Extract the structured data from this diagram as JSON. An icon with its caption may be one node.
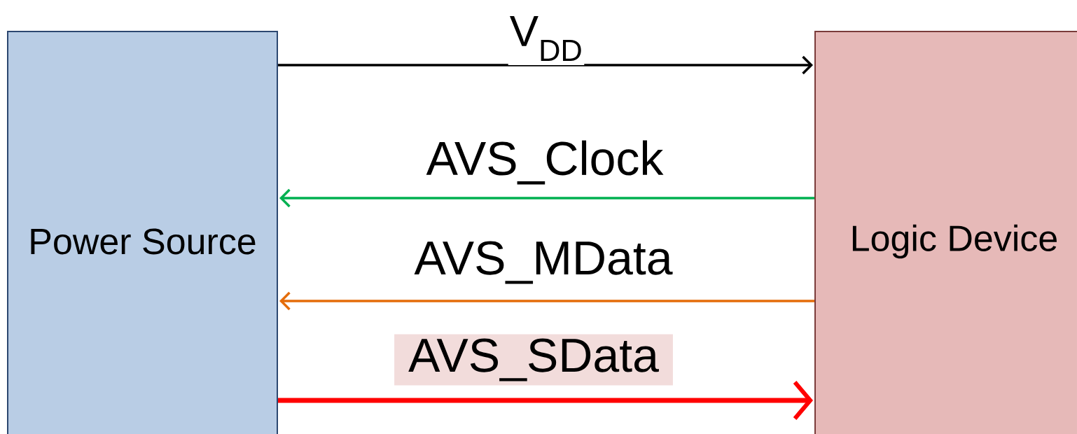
{
  "diagram": {
    "nodes": [
      {
        "text": [
          "Power Source"
        ]
      },
      {
        "text": [
          "Logic Device"
        ]
      }
    ],
    "edges": [
      {
        "from": 0,
        "to": 1,
        "arrow": "to",
        "label": "V$_{DD}$",
        "color": "#000000"
      },
      {
        "from": 1,
        "to": 0,
        "arrow": "to",
        "label": "AVS_Clock",
        "color": "#00b050"
      },
      {
        "from": 1,
        "to": 0,
        "arrow": "to",
        "label": "AVS_MData",
        "color": "#e46c0a"
      },
      {
        "from": 0,
        "to": 1,
        "arrow": "to",
        "label": "AVS_SData",
        "color": "#ff0000",
        "style": "thick"
      }
    ]
  }
}
